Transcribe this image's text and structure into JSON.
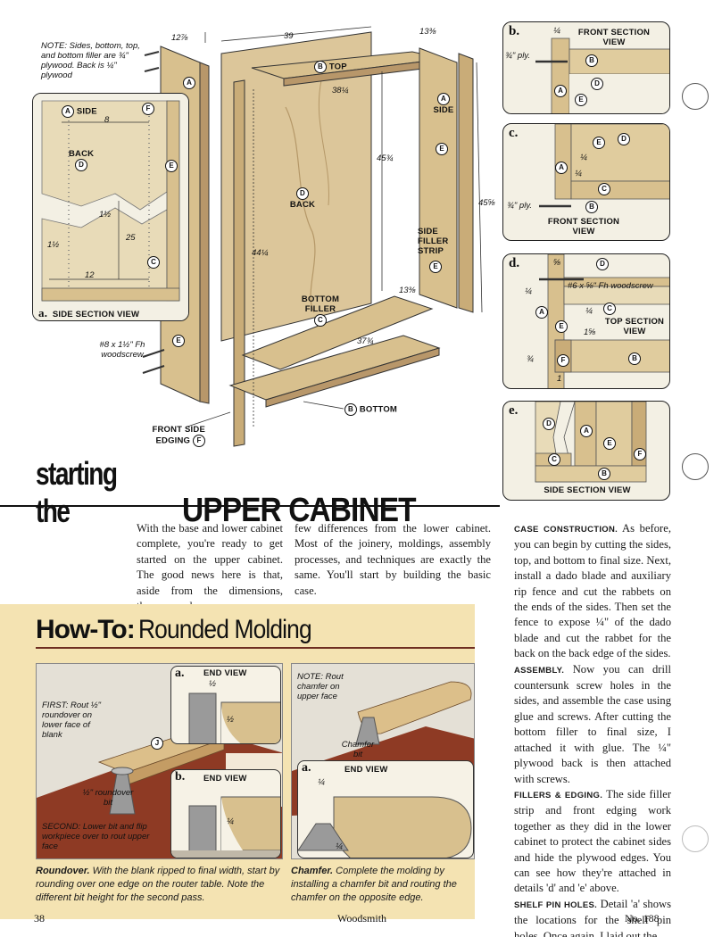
{
  "main_drawing": {
    "note": "NOTE: Sides, bottom, top, and bottom filler are ¾\" plywood. Back is ¼\" plywood",
    "dims": {
      "w_top": "39",
      "side_w": "12⅞",
      "side_w_right": "13⅜",
      "top_len": "38¼",
      "back_h": "45¾",
      "side_h": "45⅝",
      "edge_h": "44¼",
      "bottom_depth": "13⅜",
      "bottom_len": "37¾"
    },
    "callouts": {
      "top": "TOP",
      "back": "BACK",
      "side": "SIDE",
      "side_filler": "SIDE FILLER STRIP",
      "bottom_filler": "BOTTOM FILLER",
      "bottom": "BOTTOM",
      "front_edging": "FRONT SIDE EDGING",
      "screw": "#8 x 1½\" Fh woodscrew"
    },
    "letters": {
      "a": "A",
      "b": "B",
      "c": "C",
      "d": "D",
      "e": "E",
      "f": "F"
    }
  },
  "detail_a": {
    "letter": "a.",
    "title": "SIDE SECTION VIEW",
    "labels": {
      "side": "SIDE",
      "back": "BACK"
    },
    "dims": {
      "d8": "8",
      "d1_5": "1½",
      "d25": "25",
      "d1_5b": "1½",
      "d12": "12"
    }
  },
  "detail_b": {
    "letter": "b.",
    "title": "FRONT SECTION VIEW",
    "dims": {
      "quarter": "¼",
      "ply": "¾\" ply."
    }
  },
  "detail_c": {
    "letter": "c.",
    "title": "FRONT SECTION VIEW",
    "dims": {
      "q1": "¼",
      "q2": "¼",
      "ply": "¾\" ply."
    }
  },
  "detail_d": {
    "letter": "d.",
    "title": "TOP SECTION VIEW",
    "dims": {
      "d5_8": "⅝",
      "screw": "#6 x ⅝\" Fh woodscrew",
      "q1": "¼",
      "q2": "¼",
      "d1_5_8": "1⅝",
      "d3_4": "¾",
      "d1": "1"
    }
  },
  "detail_e": {
    "letter": "e.",
    "title": "SIDE SECTION VIEW"
  },
  "headline": {
    "prefix": "starting the",
    "main": "UPPER CABINET"
  },
  "intro": {
    "col1": "With the base and lower cabinet complete, you're ready to get started on the upper cabinet. The good news here is that, aside from the dimensions, there are only a",
    "col2": "few differences from the lower cabinet. Most of the joinery, moldings, assembly processes, and techniques are exactly the same. You'll start by building the basic case."
  },
  "sidebar": {
    "s1_head": "Case Construction.",
    "s1_text": "As before, you can begin by cutting the sides, top, and bottom to final size. Next, install a dado blade and auxiliary rip fence and cut the rabbets on the ends of the sides. Then set the fence to expose ¼\" of the dado blade and cut the rabbet for the back on the back edge of the sides.",
    "s2_head": "Assembly.",
    "s2_text": "Now you can drill countersunk screw holes in the sides, and assemble the case using glue and screws. After cutting the bottom filler to final size, I attached it with glue. The ¼\" plywood back is then attached with screws.",
    "s3_head": "Fillers & Edging.",
    "s3_text": "The side filler strip and front edging work together as they did in the lower cabinet to protect the cabinet sides and hide the plywood edges. You can see how they're attached in details 'd' and 'e' above.",
    "s4_head": "Shelf Pin Holes.",
    "s4_text": "Detail 'a' shows the locations for the shelf pin holes. Once again, I laid out the"
  },
  "howto": {
    "title_prefix": "How-To:",
    "title_main": "Rounded Molding",
    "left": {
      "first_note": "FIRST: Rout ½\" roundover on lower face of blank",
      "bit_label": "½\" roundover bit",
      "second_note": "SECOND: Lower bit and flip workpiece over to rout upper face",
      "inset_a_letter": "a.",
      "inset_a_title": "END VIEW",
      "inset_a_dim": "½",
      "inset_a_dim2": "½",
      "inset_b_letter": "b.",
      "inset_b_title": "END VIEW",
      "inset_b_dim": "¼",
      "caption_head": "Roundover.",
      "caption": "With the blank ripped to final width, start by rounding over one edge on the router table. Note the different bit height for the second pass."
    },
    "right": {
      "note": "NOTE: Rout chamfer on upper face",
      "bit_label": "Chamfer bit",
      "inset_letter": "a.",
      "inset_title": "END VIEW",
      "inset_dim": "¼",
      "inset_dim2": "¼",
      "caption_head": "Chamfer.",
      "caption": "Complete the molding by installing a chamfer bit and routing the chamfer on the opposite edge."
    }
  },
  "footer": {
    "page": "38",
    "magazine": "Woodsmith",
    "issue": "No. 188"
  },
  "colors": {
    "wood": "#d8c08e",
    "wood_dark": "#b8976a",
    "panel": "#f3f0e4",
    "howto_bg": "#f4e3b2",
    "maroon": "#6e2e22"
  }
}
